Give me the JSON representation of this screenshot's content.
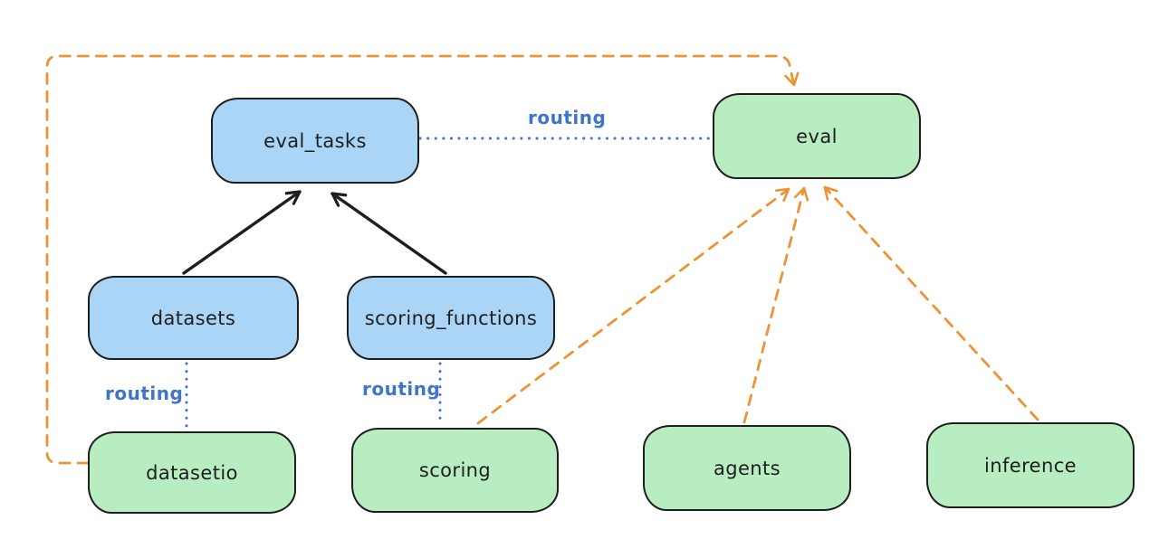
{
  "diagram": {
    "colors": {
      "background": "#ffffff",
      "blue_node_fill": "#abd5f6",
      "green_node_fill": "#b8ecc1",
      "node_stroke": "#1e1e1e",
      "routing_line_blue": "#3e74c9",
      "provider_arrow_orange": "#ec9336",
      "dependency_arrow_black": "#1e1e1e"
    },
    "nodes": [
      {
        "id": "eval_tasks",
        "label": "eval_tasks",
        "fill": "blue"
      },
      {
        "id": "eval",
        "label": "eval",
        "fill": "green"
      },
      {
        "id": "datasets",
        "label": "datasets",
        "fill": "blue"
      },
      {
        "id": "scoring_functions",
        "label": "scoring_functions",
        "fill": "blue"
      },
      {
        "id": "datasetio",
        "label": "datasetio",
        "fill": "green"
      },
      {
        "id": "scoring",
        "label": "scoring",
        "fill": "green"
      },
      {
        "id": "agents",
        "label": "agents",
        "fill": "green"
      },
      {
        "id": "inference",
        "label": "inference",
        "fill": "green"
      }
    ],
    "edges": [
      {
        "from": "datasets",
        "to": "eval_tasks",
        "style": "solid",
        "arrow": true,
        "label": ""
      },
      {
        "from": "scoring_functions",
        "to": "eval_tasks",
        "style": "solid",
        "arrow": true,
        "label": ""
      },
      {
        "from": "eval_tasks",
        "to": "eval",
        "style": "dotted",
        "arrow": false,
        "label": "routing"
      },
      {
        "from": "datasets",
        "to": "datasetio",
        "style": "dotted",
        "arrow": false,
        "label": "routing"
      },
      {
        "from": "scoring_functions",
        "to": "scoring",
        "style": "dotted",
        "arrow": false,
        "label": "routing"
      },
      {
        "from": "datasetio",
        "to": "eval",
        "style": "dashed",
        "arrow": true,
        "label": ""
      },
      {
        "from": "scoring",
        "to": "eval",
        "style": "dashed",
        "arrow": true,
        "label": ""
      },
      {
        "from": "agents",
        "to": "eval",
        "style": "dashed",
        "arrow": true,
        "label": ""
      },
      {
        "from": "inference",
        "to": "eval",
        "style": "dashed",
        "arrow": true,
        "label": ""
      }
    ]
  }
}
